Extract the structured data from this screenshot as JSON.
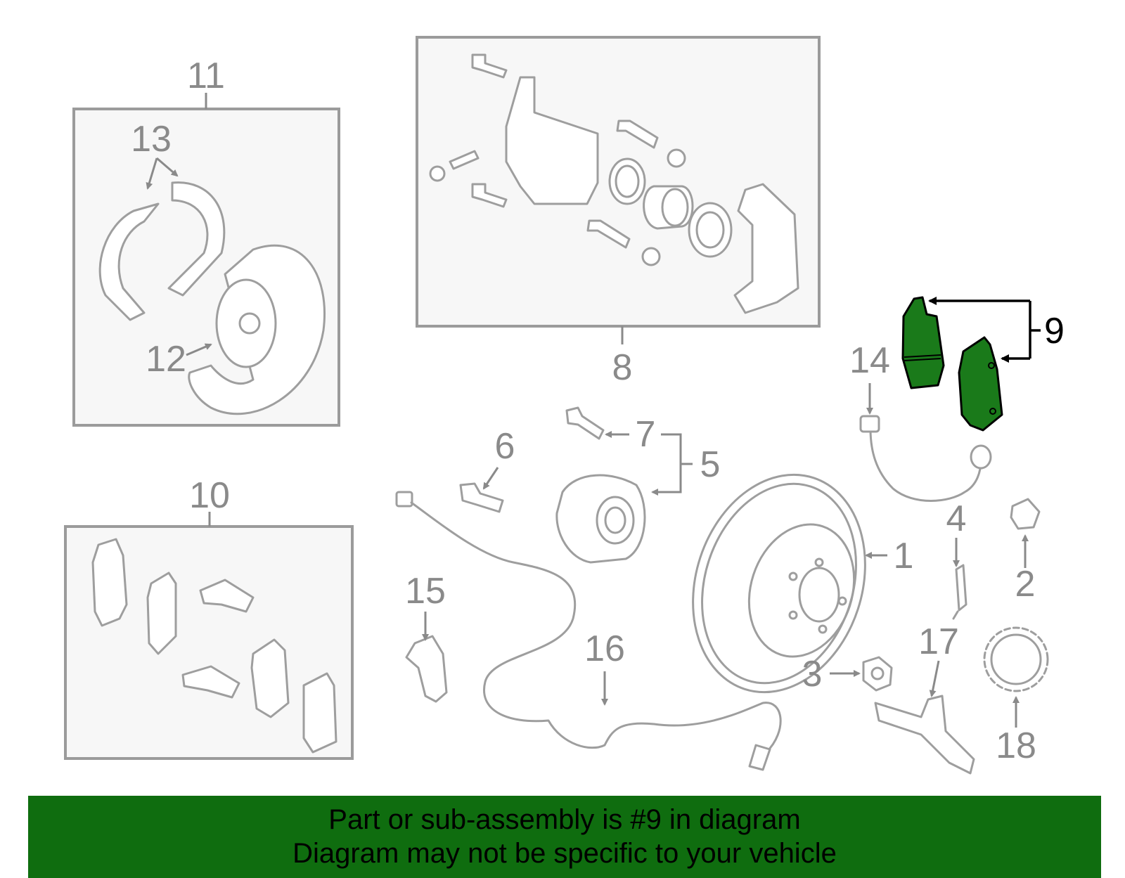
{
  "highlight_color": "#1a7a1a",
  "banner_color": "#0f6d0f",
  "callouts": {
    "c1": "1",
    "c2": "2",
    "c3": "3",
    "c4": "4",
    "c5": "5",
    "c6": "6",
    "c7": "7",
    "c8": "8",
    "c9": "9",
    "c10": "10",
    "c11": "11",
    "c12": "12",
    "c13": "13",
    "c14": "14",
    "c15": "15",
    "c16": "16",
    "c17": "17",
    "c18": "18"
  },
  "banner": {
    "line1": "Part or sub-assembly is #9 in diagram",
    "line2": "Diagram may not be specific to your vehicle"
  }
}
